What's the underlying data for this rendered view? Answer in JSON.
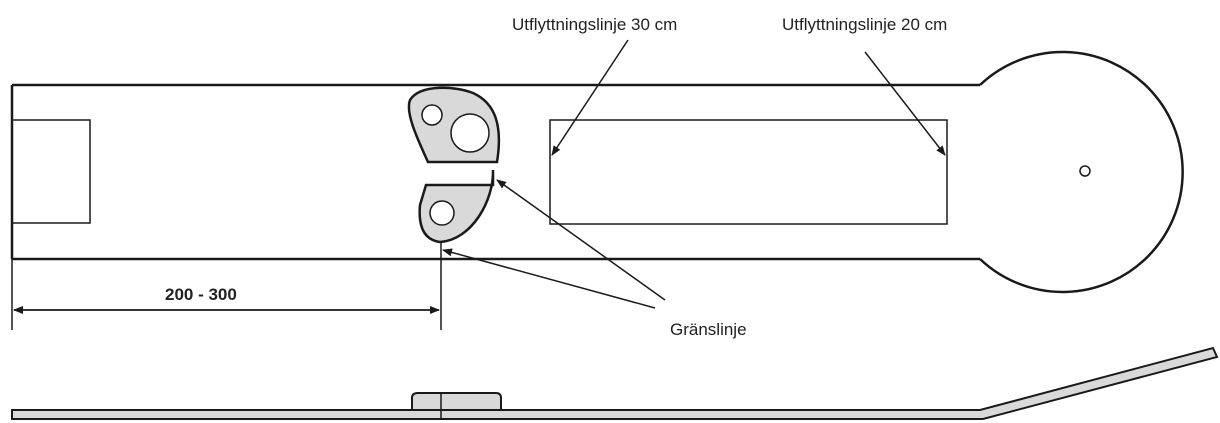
{
  "labels": {
    "line_30cm": "Utflyttningslinje 30 cm",
    "line_20cm": "Utflyttningslinje 20 cm",
    "boundary": "Gränslinje",
    "distance": "200 - 300"
  },
  "colors": {
    "stroke": "#1a1a1a",
    "fill_gray": "#d9d9d9",
    "background": "#ffffff"
  }
}
